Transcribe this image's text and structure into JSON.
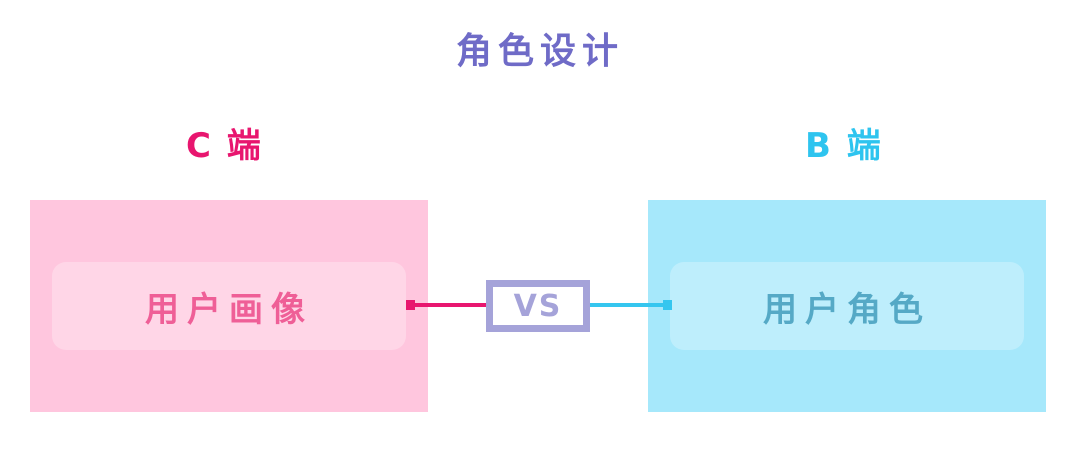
{
  "title": "角色设计",
  "left": {
    "label": "C 端",
    "box_text": "用户画像",
    "label_color": "#e8166f",
    "panel_color": "#ffc6de",
    "text_color": "#ef5f97",
    "line_color": "#e8166f"
  },
  "right": {
    "label": "B 端",
    "box_text": "用户角色",
    "label_color": "#2ec4ef",
    "panel_color": "#a6e8fb",
    "text_color": "#55a9c6",
    "line_color": "#35c6ef"
  },
  "vs": {
    "text": "VS",
    "border_color": "#a5a3d9",
    "text_color": "#a5a3d9"
  },
  "title_color": "#6f6bc7"
}
